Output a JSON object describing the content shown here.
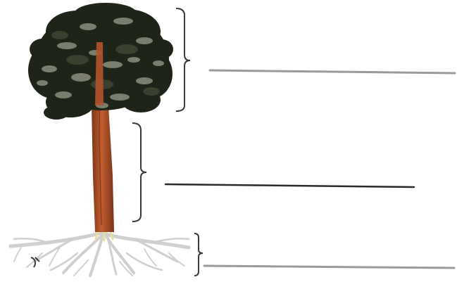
{
  "diagram": {
    "subject": "tree-parts-labeling",
    "parts": [
      {
        "key": "crown",
        "answer": ""
      },
      {
        "key": "trunk",
        "answer": ""
      },
      {
        "key": "roots",
        "answer": ""
      }
    ]
  },
  "colors": {
    "background": "#ffffff",
    "foliage_dark": "#1f2419",
    "foliage_mid": "#39402d",
    "foliage_light": "#8a8f7c",
    "trunk": "#b4532a",
    "trunk_shade": "#7b3418",
    "roots": "#cfcfcf",
    "root_tips": "#e8df9a",
    "bracket": "#3a3a3a",
    "line_gray": "#9a9a9a",
    "line_dark": "#2a2a2a"
  }
}
